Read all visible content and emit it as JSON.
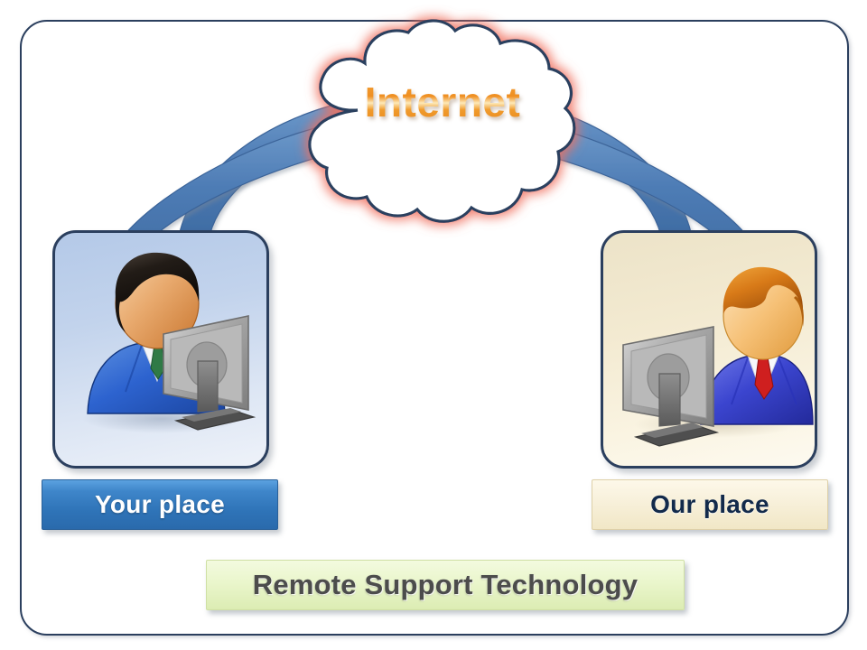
{
  "diagram": {
    "title_banner": "Remote Support Technology",
    "cloud_label": "Internet",
    "left_place": {
      "label": "Your place",
      "icon": "user-at-computer-icon",
      "box_color": "#c2d3ec",
      "label_bg": "#2f74b8",
      "label_text_color": "#ffffff"
    },
    "right_place": {
      "label": "Our place",
      "icon": "support-agent-at-computer-icon",
      "box_color": "#f3ead1",
      "label_bg": "#f8f1dc",
      "label_text_color": "#122a4b"
    },
    "connectors": [
      {
        "name": "cloud-to-your-place-arrow",
        "direction": "down-left",
        "color": "#4e7cb5"
      },
      {
        "name": "your-place-to-cloud-arrow",
        "direction": "up-right",
        "color": "#4e7cb5"
      },
      {
        "name": "cloud-to-our-place-arrow",
        "direction": "down-right",
        "color": "#4e7cb5"
      },
      {
        "name": "our-place-to-cloud-arrow",
        "direction": "up-left",
        "color": "#4e7cb5"
      }
    ],
    "colors": {
      "frame_border": "#2b3f5e",
      "cloud_outline": "#2b3f5e",
      "cloud_glow": "#f08070",
      "cloud_text": "#ef8f22",
      "arrow_blue": "#4e7cb5",
      "banner_green": "#eaf6cc",
      "banner_text": "#4c4c4c"
    }
  }
}
